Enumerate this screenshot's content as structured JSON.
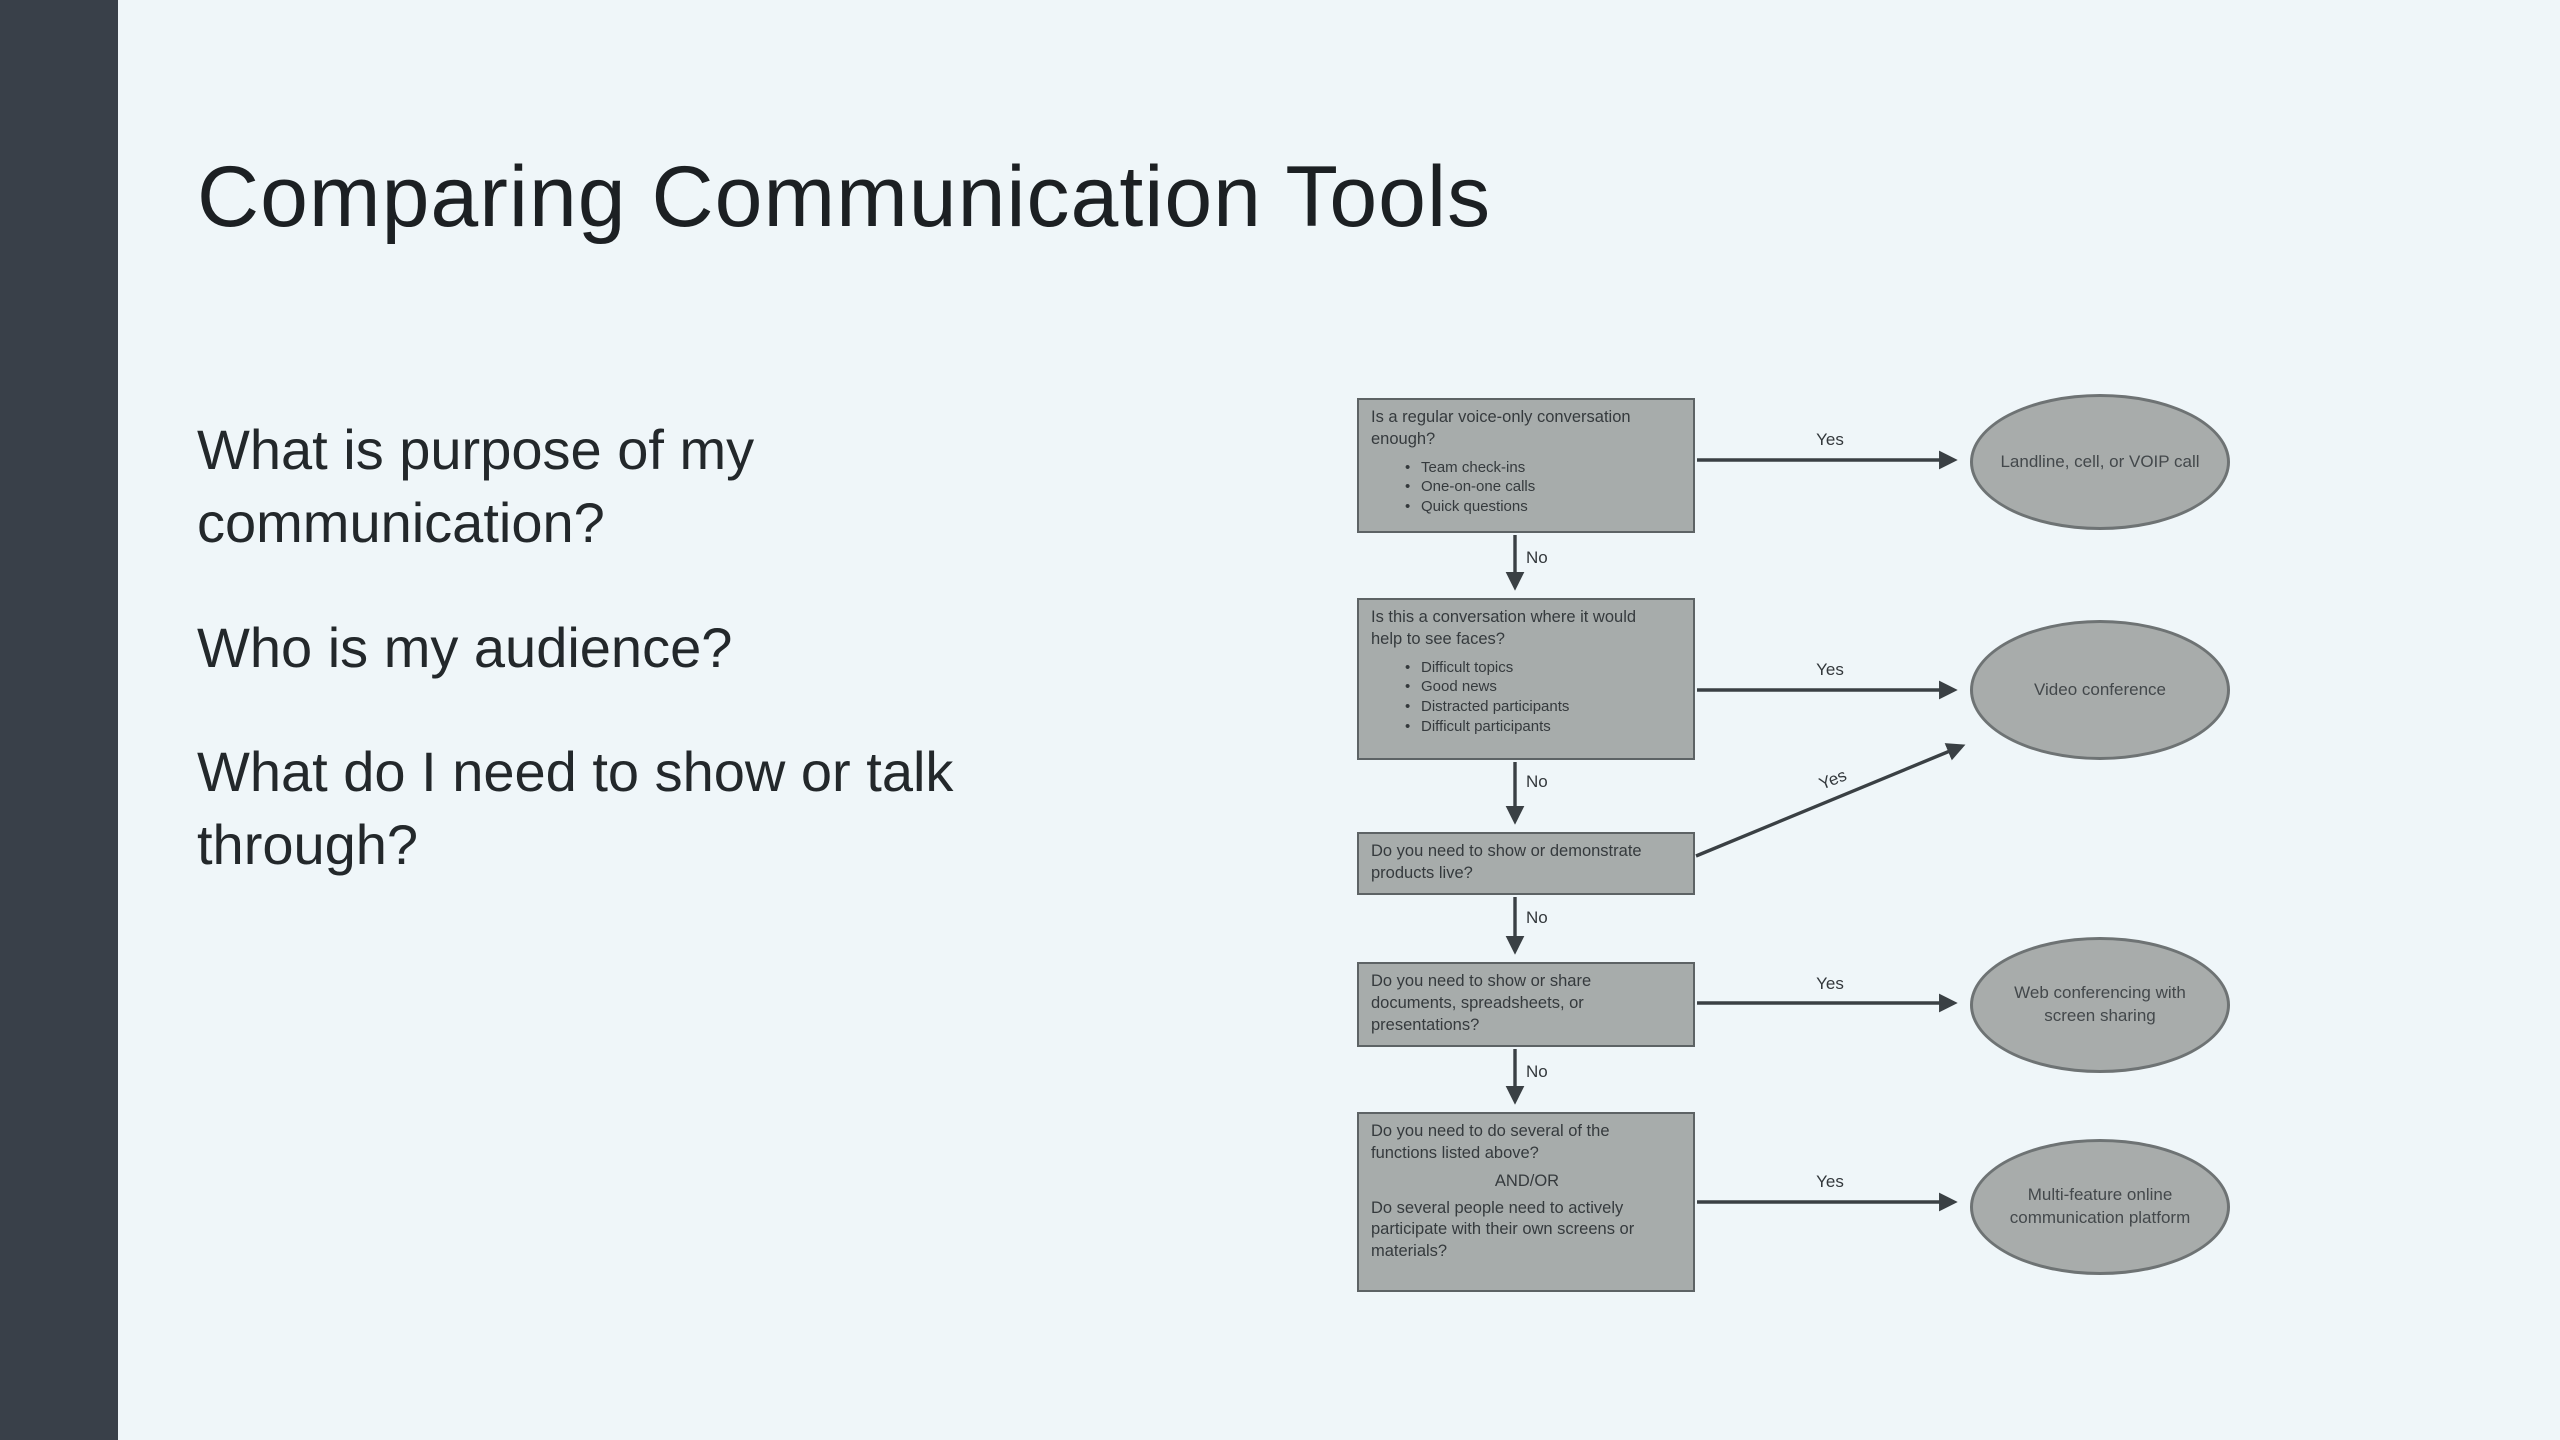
{
  "slide": {
    "title": "Comparing Communication Tools",
    "questions": [
      "What is purpose of my\ncommunication?",
      "Who is my audience?",
      "What do I need to show or talk\nthrough?"
    ]
  },
  "flowchart": {
    "boxes": [
      {
        "question": "Is a regular voice-only conversation\nenough?",
        "bullets": [
          "Team check-ins",
          "One-on-one calls",
          "Quick questions"
        ]
      },
      {
        "question": "Is this a conversation where it would\nhelp to see faces?",
        "bullets": [
          "Difficult topics",
          "Good news",
          "Distracted participants",
          "Difficult participants"
        ]
      },
      {
        "question": "Do you need to show or demonstrate\nproducts live?",
        "bullets": []
      },
      {
        "question": "Do you need to show or share\ndocuments, spreadsheets, or\npresentations?",
        "bullets": []
      },
      {
        "question": "Do you need to do several of the\nfunctions listed above?",
        "connector": "AND/OR",
        "question2": "Do several people need to actively\nparticipate with their own screens or\nmaterials?"
      }
    ],
    "outcomes": [
      "Landline, cell, or VOIP call",
      "Video conference",
      "Web conferencing with\nscreen sharing",
      "Multi-feature online\ncommunication platform"
    ],
    "labels": {
      "yes": "Yes",
      "no": "No"
    }
  },
  "colors": {
    "background": "#eff6f9",
    "sidebar": "#394049",
    "title_text": "#1c2023",
    "body_text": "#23282b",
    "box_fill": "#a7acab",
    "box_border": "#5d6365",
    "oval_fill": "#a8acab",
    "oval_border": "#6e7374",
    "arrow": "#3a4044"
  }
}
